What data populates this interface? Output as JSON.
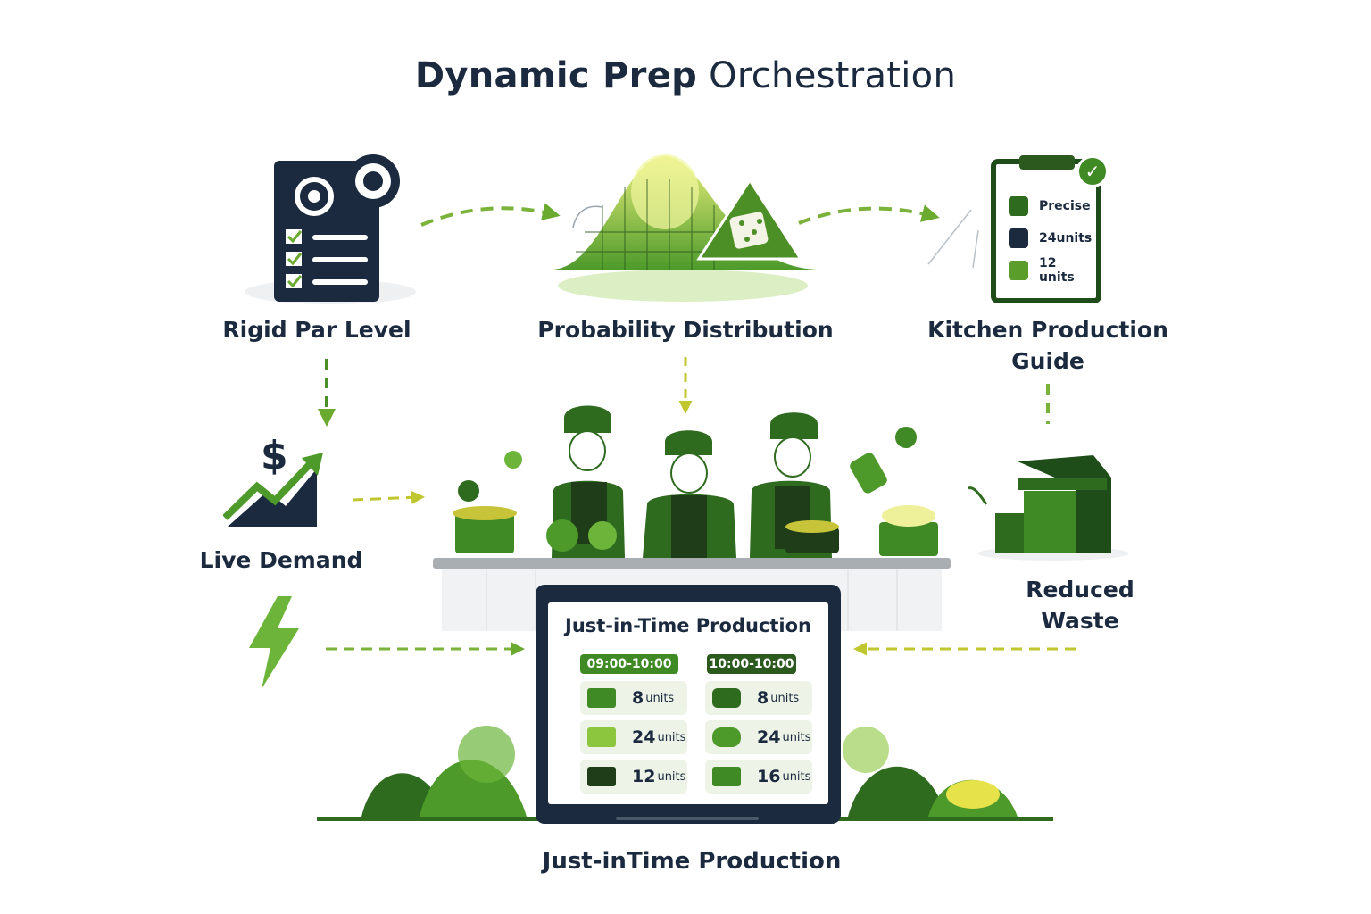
{
  "title": {
    "bold": "Dynamic Prep",
    "light": "Orchestration"
  },
  "nodes": {
    "rigid_par_level": "Rigid Par Level",
    "probability_distribution": "Probability Distribution",
    "kitchen_production_guide": "Kitchen Production Guide",
    "live_demand": "Live Demand",
    "reduced_waste": "Reduced Waste",
    "just_in_time_production": "Just-inTime Production"
  },
  "guide_card": {
    "rows": [
      {
        "icon": "number-8-icon",
        "label": "Precise"
      },
      {
        "icon": "lock-icon",
        "label": "24units"
      },
      {
        "icon": "envelope-icon",
        "label": "12 units"
      }
    ]
  },
  "screen": {
    "title": "Just-in-Time Production",
    "columns": [
      {
        "slot": "09:00-10:00",
        "cells": [
          {
            "icon": "tray-icon",
            "value": "8",
            "unit": "units"
          },
          {
            "icon": "box-icon",
            "value": "24",
            "unit": "units"
          },
          {
            "icon": "bin-icon",
            "value": "12",
            "unit": "units"
          }
        ]
      },
      {
        "slot": "10:00-10:00",
        "cells": [
          {
            "icon": "chat-icon",
            "value": "8",
            "unit": "units"
          },
          {
            "icon": "vegetable-icon",
            "value": "24",
            "unit": "units"
          },
          {
            "icon": "envelope-icon",
            "value": "16",
            "unit": "units"
          }
        ]
      }
    ]
  },
  "colors": {
    "navy": "#1b2a3e",
    "green_dark": "#2c5a1e",
    "green": "#3f8a25",
    "green_light": "#8cc63f",
    "yellow": "#d9d84a"
  }
}
